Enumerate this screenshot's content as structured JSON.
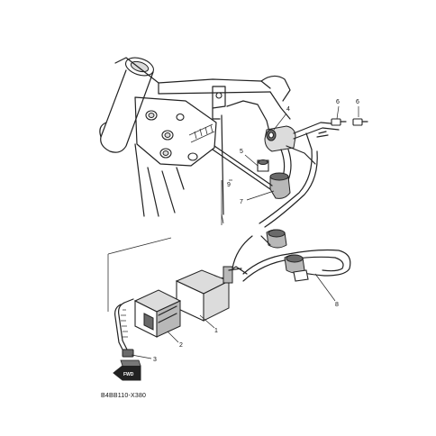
{
  "diagram": {
    "callouts": {
      "c1": "1",
      "c2": "2",
      "c3": "3",
      "c4": "4",
      "c5": "5",
      "c6a": "6",
      "c6b": "6",
      "c7": "7",
      "c8": "8",
      "c9": "9"
    },
    "fwd_label": "FWD",
    "diagram_code": "B4BB110-X380"
  }
}
